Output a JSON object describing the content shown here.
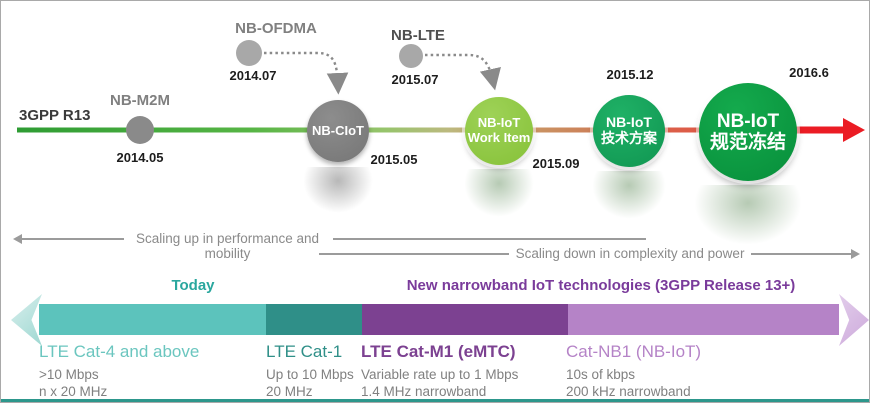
{
  "timeline": {
    "era_label": "3GPP R13",
    "nodes": [
      {
        "id": "nb-m2m",
        "label": "NB-M2M",
        "date": "2014.05"
      },
      {
        "id": "nb-ofdma",
        "label": "NB-OFDMA",
        "date": "2014.07"
      },
      {
        "id": "nb-ciot",
        "label": "NB-CIoT",
        "date": "2015.05"
      },
      {
        "id": "nb-lte",
        "label": "NB-LTE",
        "date": "2015.07"
      },
      {
        "id": "nb-iot-work-item",
        "label_line1": "NB-IoT",
        "label_line2": "Work Item",
        "date": "2015.09"
      },
      {
        "id": "nb-iot-tech",
        "label_line1": "NB-IoT",
        "label_line2": "技术方案",
        "date": "2015.12"
      },
      {
        "id": "nb-iot-freeze",
        "label_line1": "NB-IoT",
        "label_line2": "规范冻结",
        "date": "2016.6"
      }
    ],
    "colors": {
      "line_start_green": "#2e9c33",
      "line_tan": "#c99e68",
      "line_end_red": "#eb1c24",
      "gray_node": "#7e7e7e",
      "work_item_green": "#8dc63f",
      "tech_green": "#16a45a",
      "freeze_green": "#0b9b42"
    }
  },
  "scaling": {
    "up_label": "Scaling up in performance and mobility",
    "down_label": "Scaling down in complexity and power"
  },
  "bands": {
    "today_label": "Today",
    "new_label": "New narrowband IoT technologies (3GPP Release 13+)",
    "today_color": "#2aa79e",
    "new_color": "#7a3b9b",
    "segments": [
      {
        "title": "LTE Cat-4 and above",
        "line1": ">10 Mbps",
        "line2": "n x 20 MHz",
        "color": "#5cc3bc"
      },
      {
        "title": "LTE Cat-1",
        "line1": "Up to 10 Mbps",
        "line2": "20 MHz",
        "color": "#2f8f88"
      },
      {
        "title": "LTE Cat-M1 (eMTC)",
        "line1": "Variable rate up to 1 Mbps",
        "line2": "1.4 MHz narrowband",
        "color": "#7c4191"
      },
      {
        "title": "Cat-NB1 (NB-IoT)",
        "line1": "10s of kbps",
        "line2": "200 kHz narrowband",
        "color": "#b583c7"
      }
    ]
  }
}
